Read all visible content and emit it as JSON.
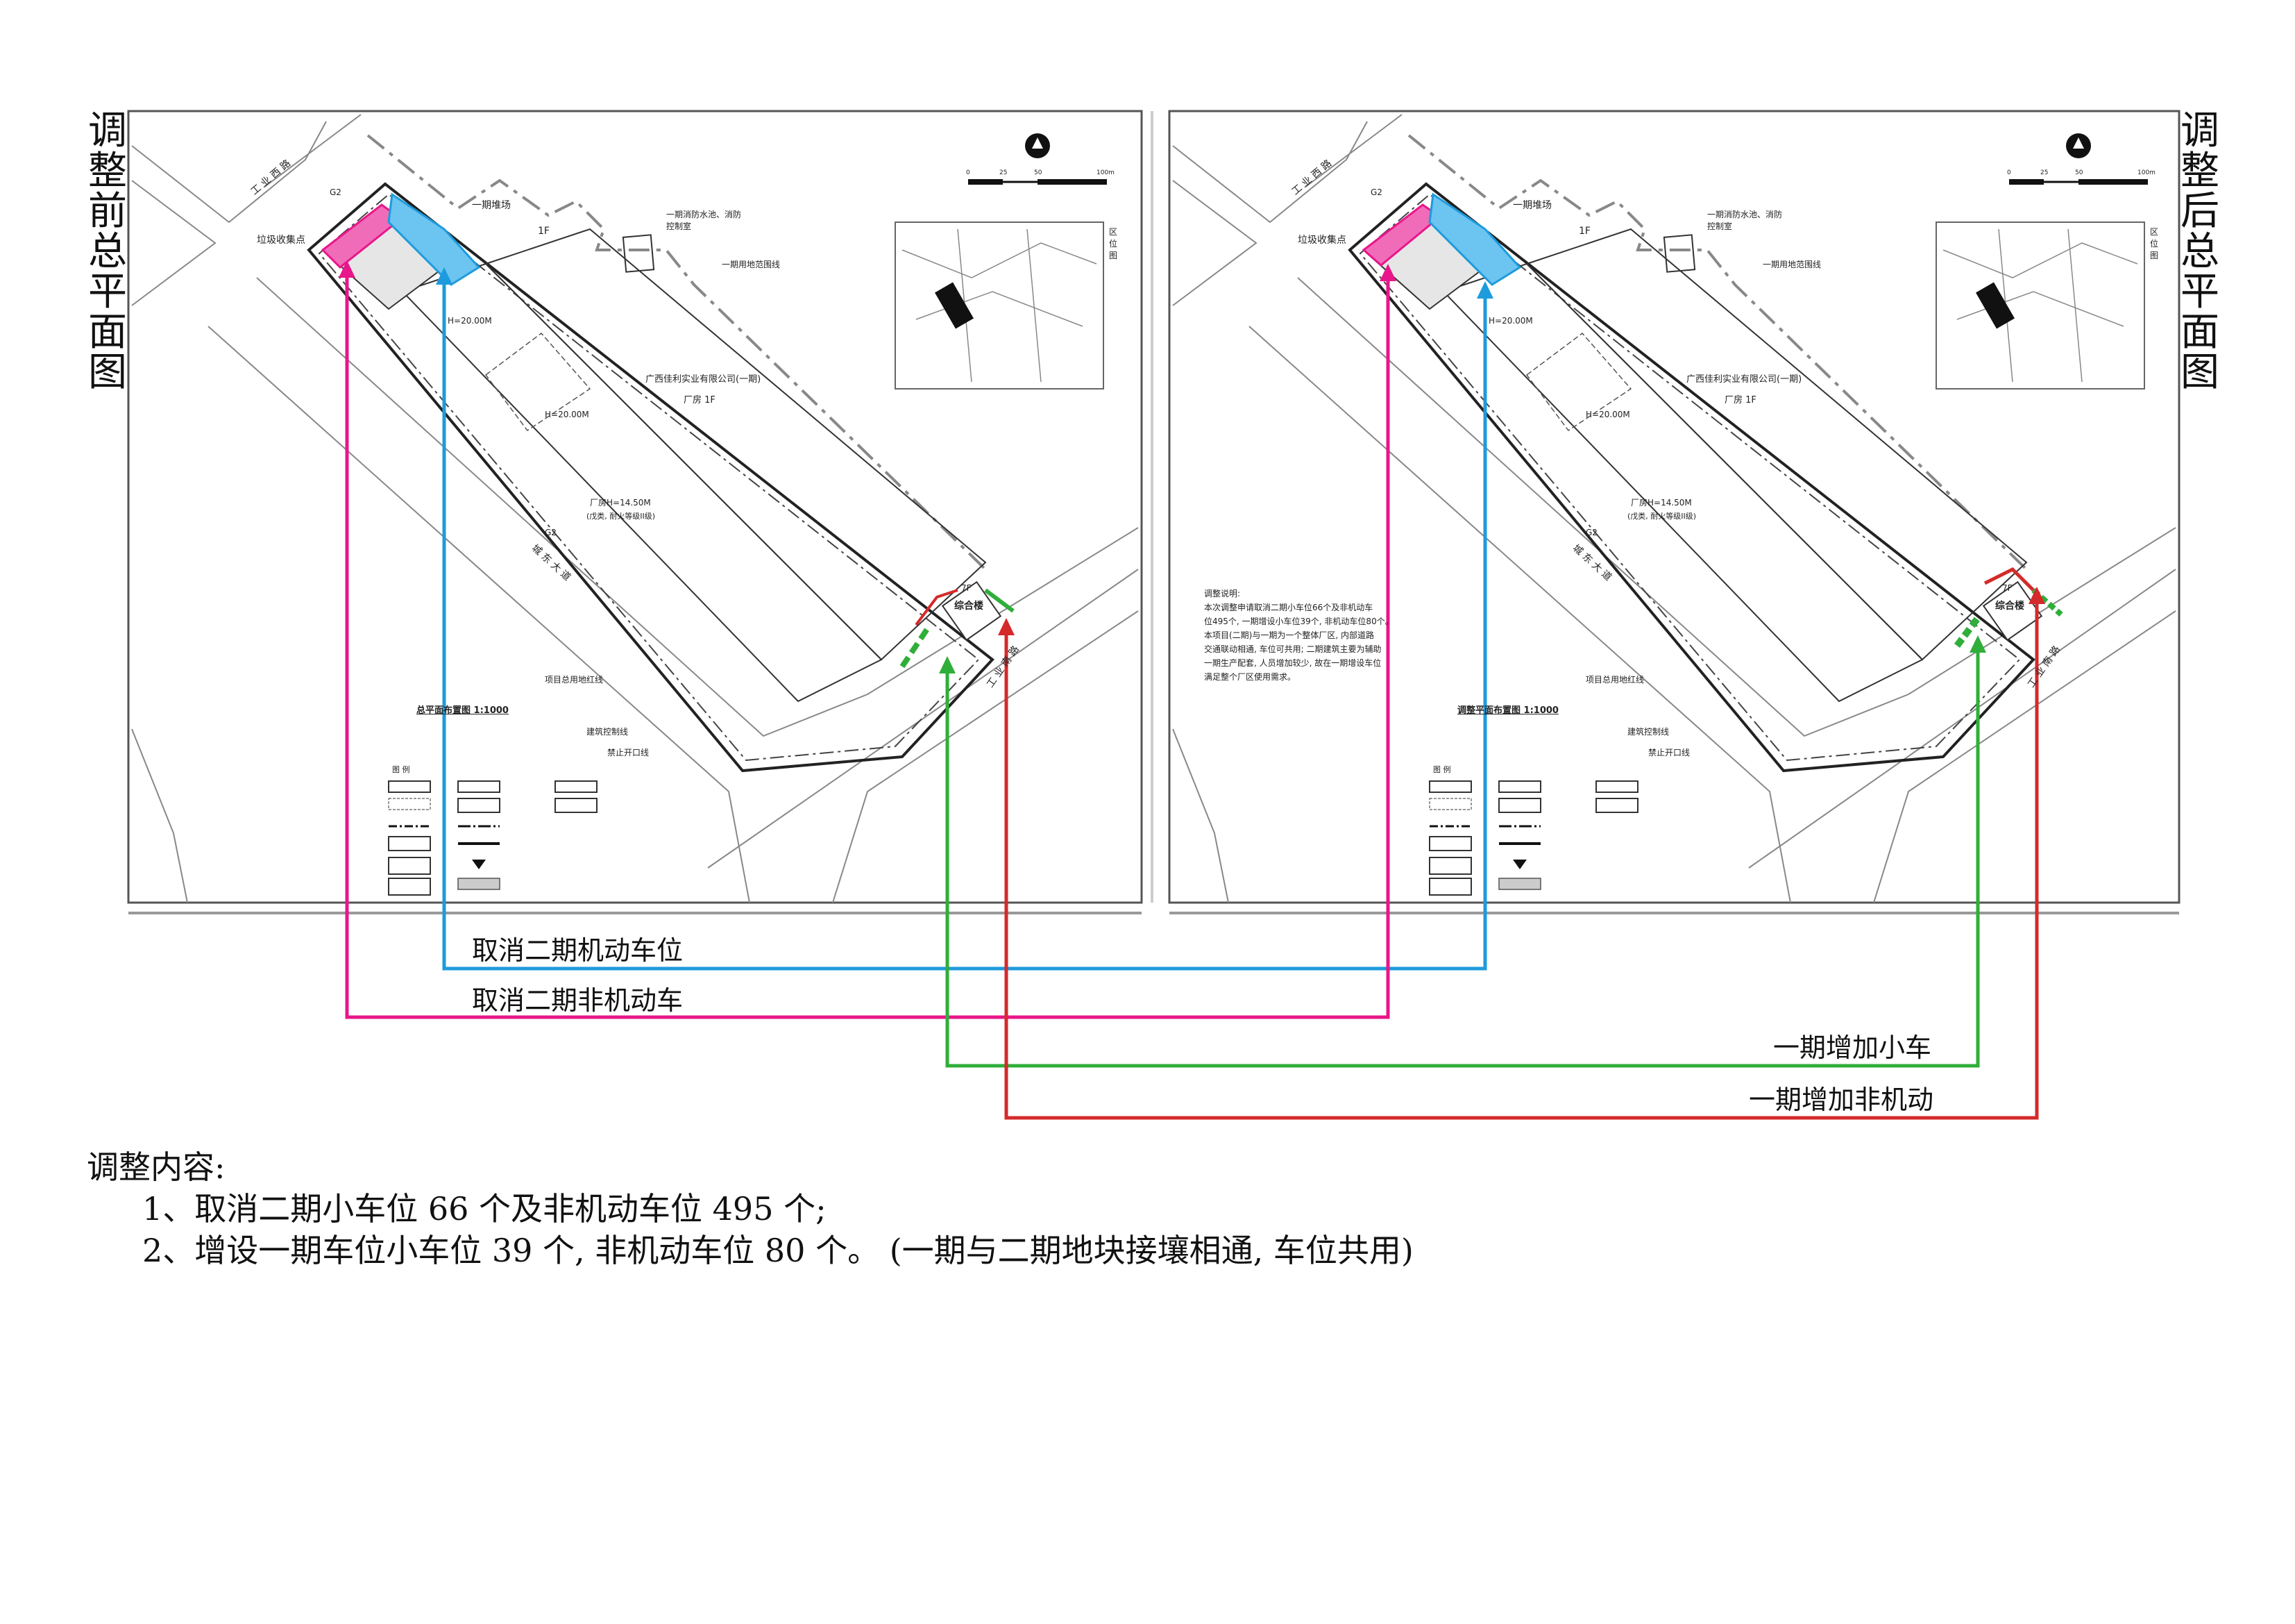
{
  "titles": {
    "before": [
      "调",
      "整",
      "前",
      "总",
      "平",
      "面",
      "图"
    ],
    "after": [
      "调",
      "整",
      "后",
      "总",
      "平",
      "面",
      "图"
    ]
  },
  "plan_left": {
    "road_top": "工 业 西 路",
    "road_main": "城 东 大 道",
    "road_right": "工 业 南 路",
    "waste_point": "垃圾收集点",
    "phase1_yard": "一期堆场",
    "fire_pool": "一期消防水池、消防控制室",
    "phase1_boundary": "一期用地范围线",
    "floor_1f": "1F",
    "height_20": "H=20.00M",
    "factory_name": "广西佳利实业有限公司(一期)",
    "factory_1f": "厂房 1F",
    "factory_2": "厂房H=14.50M",
    "factory_2_note": "(戊类, 耐火等级II级)",
    "office": "综合楼",
    "office_floor": "7F",
    "g2": "G2",
    "red_line": "项目总用地红线",
    "build_line": "建筑控制线",
    "no_entry": "禁止开口线",
    "drawing_title": "总平面布置图 1:1000",
    "legend_title": "图 例",
    "key_map_label": "区位图"
  },
  "plan_right": {
    "road_top": "工 业 西 路",
    "road_main": "城 东 大 道",
    "road_right": "工 业 南 路",
    "waste_point": "垃圾收集点",
    "phase1_yard": "一期堆场",
    "fire_pool": "一期消防水池、消防控制室",
    "phase1_boundary": "一期用地范围线",
    "floor_1f": "1F",
    "height_20": "H=20.00M",
    "factory_name": "广西佳利实业有限公司(一期)",
    "factory_1f": "厂房 1F",
    "factory_2": "厂房H=14.50M",
    "factory_2_note": "(戊类, 耐火等级II级)",
    "office": "综合楼",
    "office_floor": "7F",
    "g2": "G2",
    "red_line": "项目总用地红线",
    "build_line": "建筑控制线",
    "no_entry": "禁止开口线",
    "drawing_title": "调整平面布置图 1:1000",
    "legend_title": "图 例",
    "key_map_label": "区位图",
    "note_title": "调整说明:",
    "note_body": [
      "本次调整申请取消二期小车位66个及非机动车",
      "位495个, 一期增设小车位39个, 非机动车位80个。",
      "本项目(二期)与一期为一个整体厂区, 内部道路",
      "交通联动相通, 车位可共用; 二期建筑主要为辅助",
      "一期生产配套, 人员增加较少, 故在一期增设车位",
      "满足整个厂区使用需求。"
    ]
  },
  "scale_bar": [
    "0",
    "25",
    "50",
    "100m"
  ],
  "arrows": {
    "blue": "取消二期机动车位",
    "magenta": "取消二期非机动车",
    "green": "一期增加小车",
    "red": "一期增加非机动"
  },
  "colors": {
    "blue": "#1e9bdc",
    "magenta": "#e8168a",
    "green": "#2fae3a",
    "red": "#d42a2a",
    "blue_fill": "#6cc4f0",
    "magenta_fill": "#f06cb8"
  },
  "bottom": {
    "heading": "调整内容:",
    "line1": "1、取消二期小车位 66 个及非机动车位 495 个;",
    "line2": "2、增设一期车位小车位 39 个, 非机动车位 80 个。 (一期与二期地块接壤相通, 车位共用)"
  }
}
